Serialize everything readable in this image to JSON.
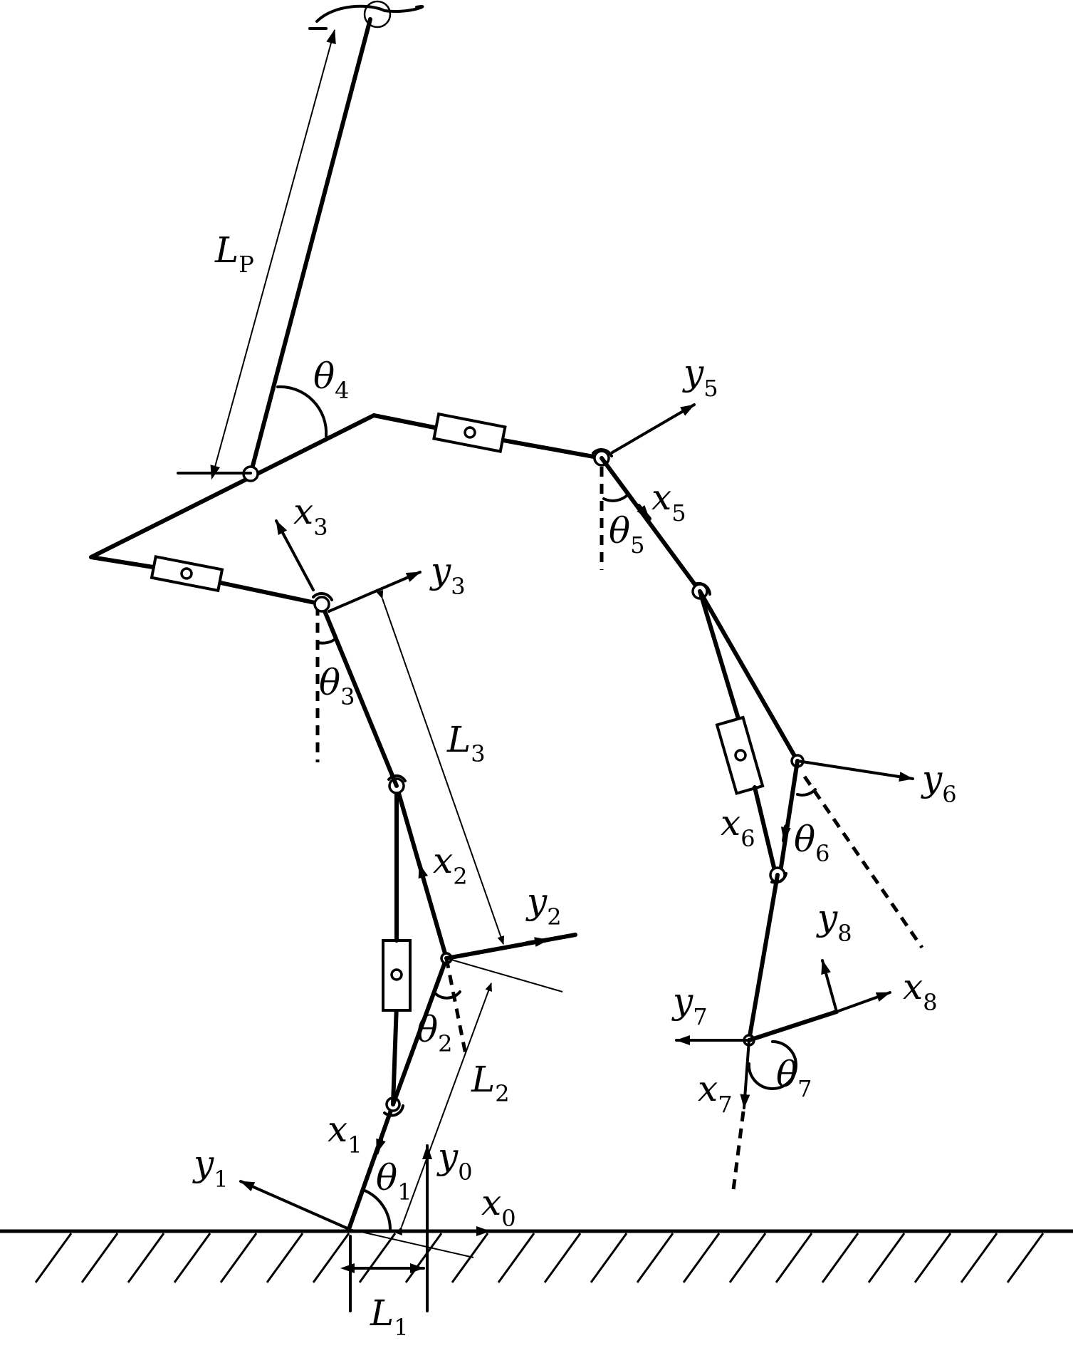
{
  "labels": {
    "LP": {
      "main": "L",
      "sub": "P"
    },
    "L1": {
      "main": "L",
      "sub": "1"
    },
    "L2": {
      "main": "L",
      "sub": "2"
    },
    "L3": {
      "main": "L",
      "sub": "3"
    },
    "theta1": {
      "main": "θ",
      "sub": "1"
    },
    "theta2": {
      "main": "θ",
      "sub": "2"
    },
    "theta3": {
      "main": "θ",
      "sub": "3"
    },
    "theta4": {
      "main": "θ",
      "sub": "4"
    },
    "theta5": {
      "main": "θ",
      "sub": "5"
    },
    "theta6": {
      "main": "θ",
      "sub": "6"
    },
    "theta7": {
      "main": "θ",
      "sub": "7"
    },
    "x0": {
      "main": "x",
      "sub": "0"
    },
    "y0": {
      "main": "y",
      "sub": "0"
    },
    "x1": {
      "main": "x",
      "sub": "1"
    },
    "y1": {
      "main": "y",
      "sub": "1"
    },
    "x2": {
      "main": "x",
      "sub": "2"
    },
    "y2": {
      "main": "y",
      "sub": "2"
    },
    "x3": {
      "main": "x",
      "sub": "3"
    },
    "y3": {
      "main": "y",
      "sub": "3"
    },
    "x5": {
      "main": "x",
      "sub": "5"
    },
    "y5": {
      "main": "y",
      "sub": "5"
    },
    "x6": {
      "main": "x",
      "sub": "6"
    },
    "y6": {
      "main": "y",
      "sub": "6"
    },
    "x7": {
      "main": "x",
      "sub": "7"
    },
    "y7": {
      "main": "y",
      "sub": "7"
    },
    "x8": {
      "main": "x",
      "sub": "8"
    },
    "y8": {
      "main": "y",
      "sub": "8"
    }
  }
}
